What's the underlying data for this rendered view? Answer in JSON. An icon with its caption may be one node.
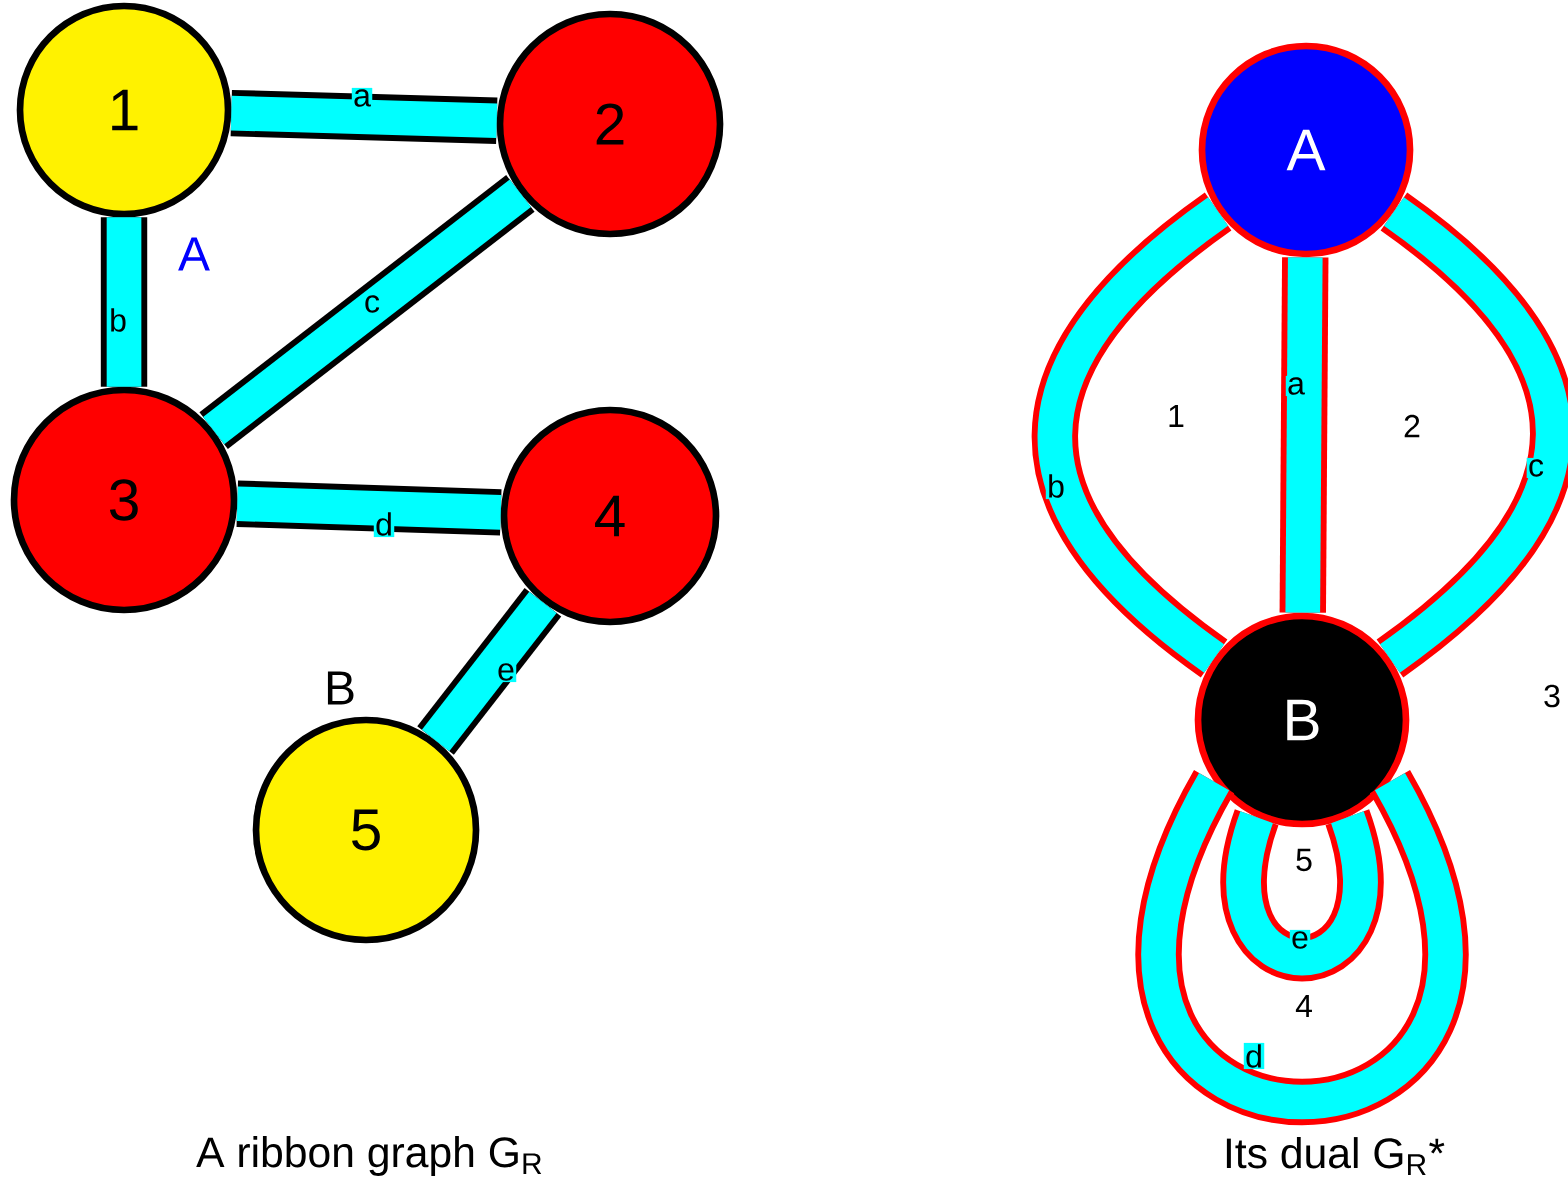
{
  "diagram": {
    "nodes": [
      {
        "text": [
          "1"
        ]
      },
      {
        "text": [
          "2"
        ]
      },
      {
        "text": [
          "3"
        ]
      },
      {
        "text": [
          "4"
        ]
      },
      {
        "text": [
          "5"
        ]
      },
      {
        "text": [
          "A"
        ]
      },
      {
        "text": [
          "B"
        ]
      }
    ],
    "edges": [
      {
        "from": 0,
        "to": 1,
        "arrow": "none",
        "label": "a"
      },
      {
        "from": 0,
        "to": 2,
        "arrow": "none",
        "label": "b"
      },
      {
        "from": 1,
        "to": 2,
        "arrow": "none",
        "label": "c"
      },
      {
        "from": 2,
        "to": 3,
        "arrow": "none",
        "label": "d"
      },
      {
        "from": 3,
        "to": 4,
        "arrow": "none",
        "label": "e"
      },
      {
        "from": 5,
        "to": 6,
        "arrow": "none",
        "label": "a",
        "color": "#ff0000"
      },
      {
        "from": 5,
        "to": 6,
        "arrow": "none",
        "label": "b",
        "color": "#ff0000"
      },
      {
        "from": 5,
        "to": 6,
        "arrow": "none",
        "label": "c",
        "color": "#ff0000"
      },
      {
        "from": 6,
        "to": 6,
        "arrow": "none",
        "label": "e",
        "color": "#ff0000"
      },
      {
        "from": 6,
        "to": 6,
        "arrow": "none",
        "label": "d",
        "color": "#ff0000"
      }
    ],
    "labels": [
      "A",
      "B",
      "1",
      "2",
      "5",
      "4",
      "3",
      "A ribbon graph G$_{R}$",
      "Its dual G$_{R}$*"
    ]
  }
}
